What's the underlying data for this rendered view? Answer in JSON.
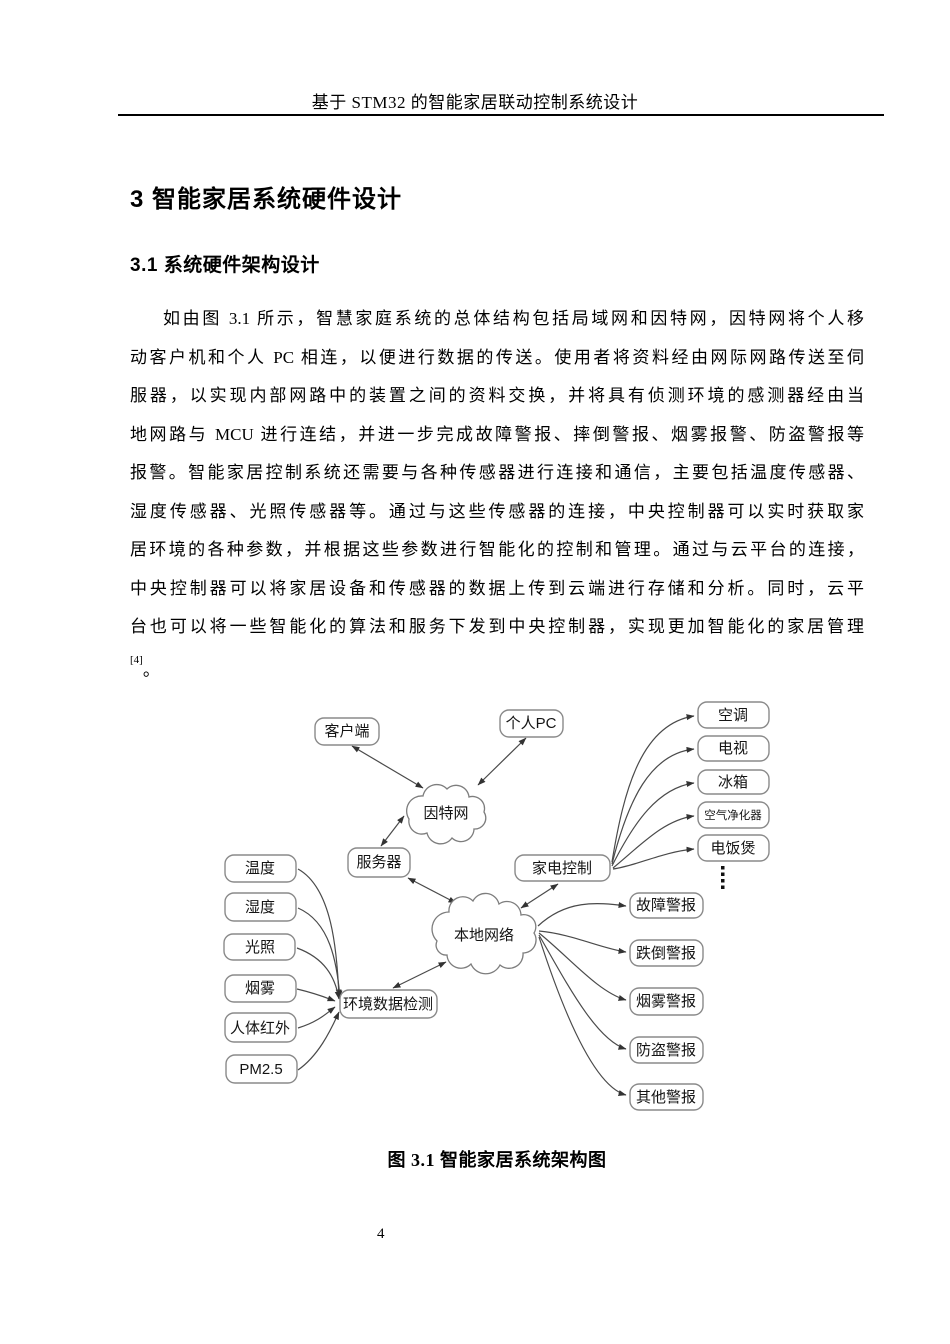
{
  "page": {
    "running_header": "基于 STM32 的智能家居联动控制系统设计",
    "page_number": "4"
  },
  "headings": {
    "h1": "3 智能家居系统硬件设计",
    "h2": "3.1 系统硬件架构设计"
  },
  "paragraph": {
    "lines": [
      "如由图 3.1 所示，智慧家庭系统的总体结构包括局域网和因特网，因特网将个人移",
      "动客户机和个人 PC 相连，以便进行数据的传送。使用者将资料经由网际网路传送至伺",
      "服器，以实现内部网路中的装置之间的资料交换，并将具有侦测环境的感测器经由当",
      "地网路与 MCU 进行连结，并进一步完成故障警报、摔倒警报、烟雾报警、防盗警报等",
      "报警。智能家居控制系统还需要与各种传感器进行连接和通信，主要包括温度传感器、",
      "湿度传感器、光照传感器等。通过与这些传感器的连接，中央控制器可以实时获取家",
      "居环境的各种参数，并根据这些参数进行智能化的控制和管理。通过与云平台的连接，",
      "中央控制器可以将家居设备和传感器的数据上传到云端进行存储和分析。同时，云平",
      "台也可以将一些智能化的算法和服务下发到中央控制器，实现更加智能化的家居管理"
    ],
    "footnote_ref": "[4]",
    "footnote_tail": "。"
  },
  "figure": {
    "caption": "图 3.1 智能家居系统架构图",
    "diagram": {
      "nodes": {
        "client": "客户端",
        "pc": "个人PC",
        "internet": "因特网",
        "server": "服务器",
        "appliance_control": "家电控制",
        "local_network": "本地网络",
        "env_detect": "环境数据检测"
      },
      "appliances": [
        "空调",
        "电视",
        "冰箱",
        "空气净化器",
        "电饭煲"
      ],
      "sensors": [
        "温度",
        "湿度",
        "光照",
        "烟雾",
        "人体红外",
        "PM2.5"
      ],
      "alarms": [
        "故障警报",
        "跌倒警报",
        "烟雾警报",
        "防盗警报",
        "其他警报"
      ],
      "more_indicator": "⋮"
    }
  }
}
